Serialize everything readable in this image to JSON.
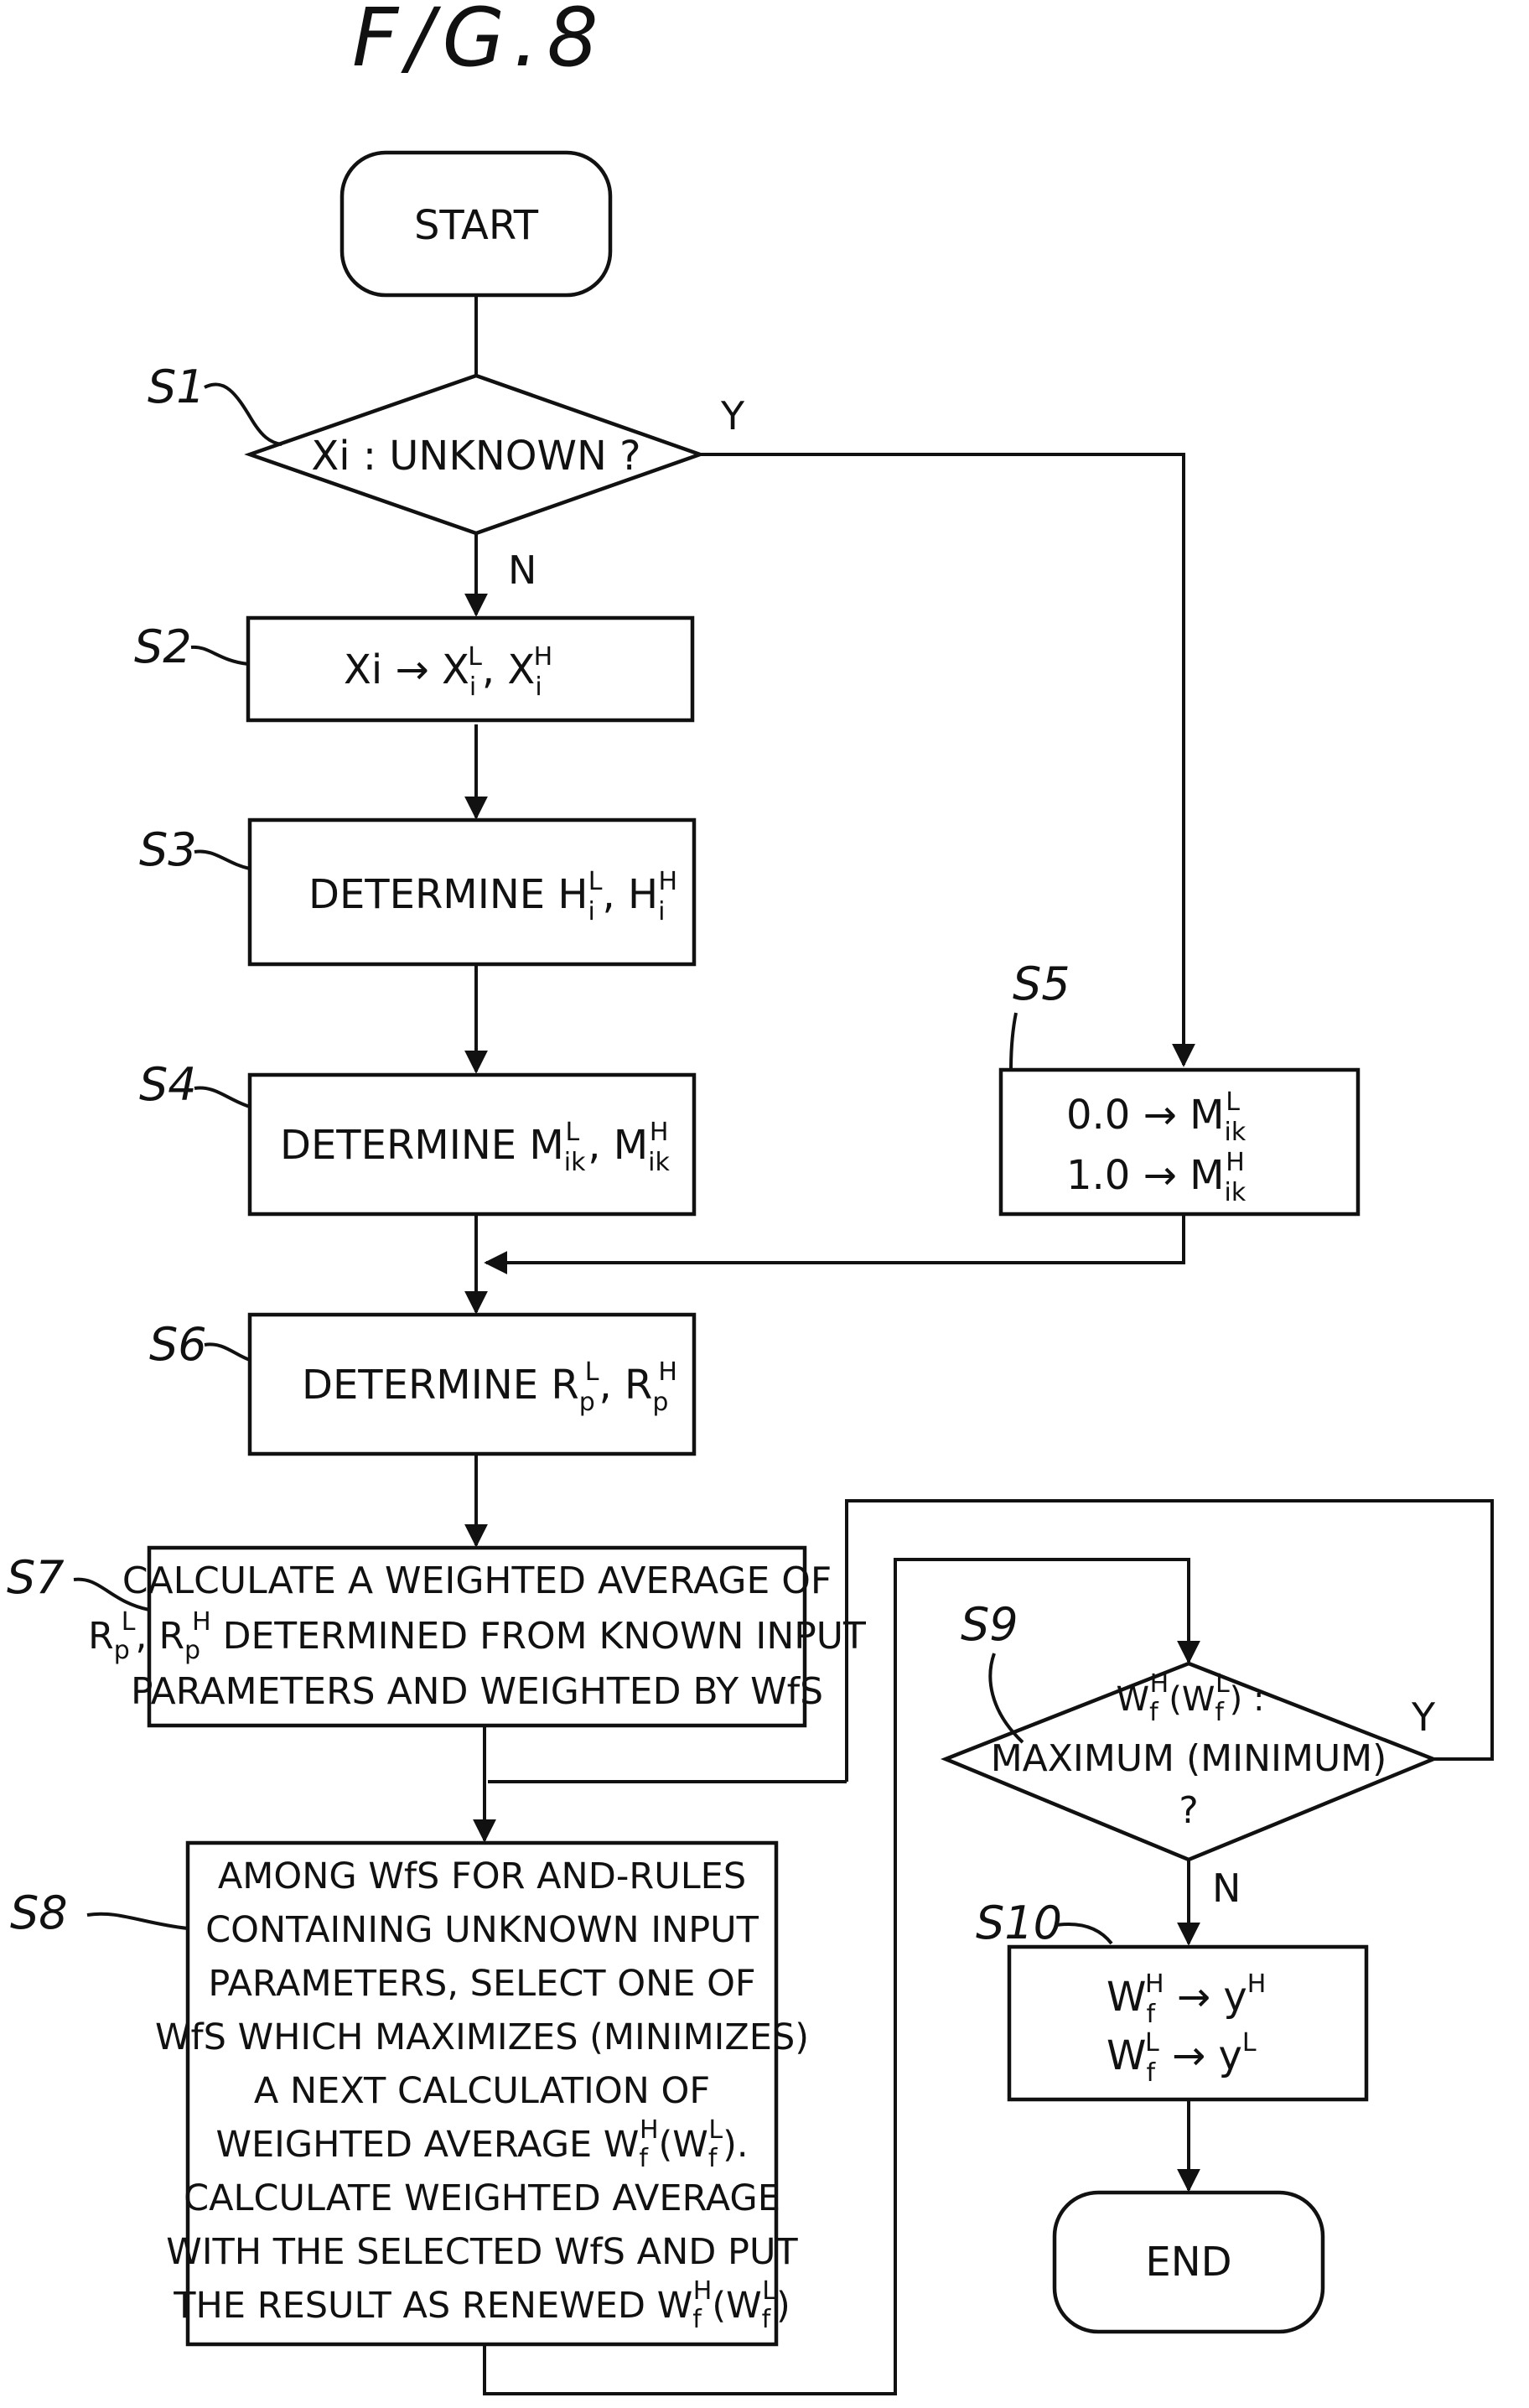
{
  "figure_title": "F/G.8",
  "nodes": {
    "start": {
      "text": "START"
    },
    "s1": {
      "label": "S1",
      "text": "Xi : UNKNOWN ?"
    },
    "s2": {
      "label": "S2",
      "base1": "Xi → X",
      "sub1": "i",
      "sup1": "L",
      "sep": ", X",
      "sub2": "i",
      "sup2": "H"
    },
    "s3": {
      "label": "S3",
      "base": "DETERMINE H",
      "sub1": "i",
      "sup1": "L",
      "sep": ", H",
      "sub2": "i",
      "sup2": "H"
    },
    "s4": {
      "label": "S4",
      "base": "DETERMINE M",
      "sub1": "ik",
      "sup1": "L",
      "sep": ", M",
      "sub2": "ik",
      "sup2": "H"
    },
    "s5": {
      "label": "S5",
      "line1_base": "0.0 → M",
      "line1_sub": "ik",
      "line1_sup": "L",
      "line2_base": "1.0 → M",
      "line2_sub": "ik",
      "line2_sup": "H"
    },
    "s6": {
      "label": "S6",
      "base": "DETERMINE R",
      "sub1": "p",
      "sup1": "L",
      "sep": ", R",
      "sub2": "p",
      "sup2": "H"
    },
    "s7": {
      "label": "S7",
      "line1": "CALCULATE A WEIGHTED AVERAGE OF",
      "line2": "R",
      "line2_sub1": "p",
      "line2_sup1": "L",
      "line2_mid": ", R",
      "line2_sub2": "p",
      "line2_sup2": "H",
      "line2_rest": " DETERMINED FROM KNOWN INPUT",
      "line3": "PARAMETERS AND WEIGHTED BY WfS"
    },
    "s8": {
      "label": "S8",
      "lines": [
        "AMONG WfS FOR AND-RULES",
        "CONTAINING UNKNOWN INPUT",
        "PARAMETERS, SELECT ONE OF",
        "WfS WHICH MAXIMIZES (MINIMIZES)",
        "A NEXT CALCULATION OF",
        "WEIGHTED AVERAGE W",
        "CALCULATE WEIGHTED AVERAGE",
        "WITH THE SELECTED WfS AND PUT",
        "THE RESULT AS RENEWED W"
      ]
    },
    "s9": {
      "label": "S9",
      "line1": "W",
      "line1_sub": "f",
      "line1_sup": "H",
      "line1_mid": "(W",
      "line1_sub2": "f",
      "line1_sup2": "L",
      "line1_end": ") :",
      "line2": "MAXIMUM (MINIMUM)",
      "line3": "?"
    },
    "s10": {
      "label": "S10",
      "line1_base": "W",
      "line1_sub": "f",
      "line1_sup": "H",
      "line1_rest": " → y",
      "line1_ysup": "H",
      "line2_base": "W",
      "line2_sub": "f",
      "line2_sup": "L",
      "line2_rest": " → y",
      "line2_ysup": "L"
    },
    "end": {
      "text": "END"
    }
  },
  "branch_labels": {
    "s1_yes": "Y",
    "s1_no": "N",
    "s9_yes": "Y",
    "s9_no": "N"
  }
}
